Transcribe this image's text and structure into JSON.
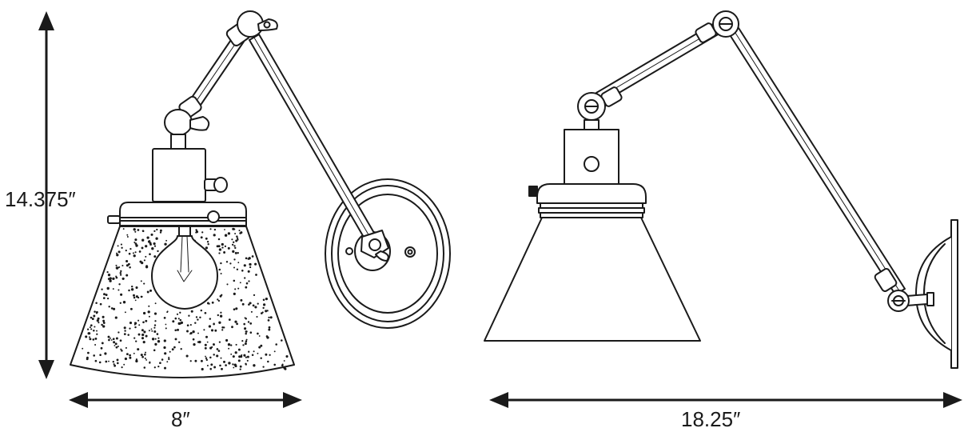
{
  "dimensions": {
    "height": "14.375″",
    "width": "8″",
    "depth": "18.25″"
  },
  "colors": {
    "line": "#1a1a1a",
    "background": "#ffffff"
  }
}
